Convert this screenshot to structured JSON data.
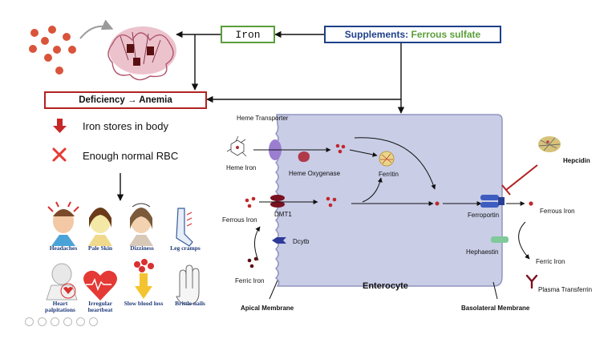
{
  "boxes": {
    "iron": "Iron",
    "supplements_label": "Supplements:",
    "supplements_value": "Ferrous sulfate",
    "deficiency": "Deficiency → Anemia"
  },
  "effects": {
    "stores": "Iron stores in body",
    "rbc": "Enough normal RBC"
  },
  "symptoms": [
    {
      "label": "Headaches"
    },
    {
      "label": "Pale Skin"
    },
    {
      "label": "Dizziness"
    },
    {
      "label": "Leg cramps"
    },
    {
      "label": "Heart palpitations"
    },
    {
      "label": "Irregular heartbeat"
    },
    {
      "label": "Slow blood loss"
    },
    {
      "label": "Brittle nails"
    }
  ],
  "enterocyte": {
    "heme_transporter": "Heme Transporter",
    "heme_iron": "Heme Iron",
    "heme_oxygenase": "Heme Oxygenase",
    "ferritin": "Ferritin",
    "ferrous_iron_left": "Ferrous Iron",
    "dmt1": "DMT1",
    "dcytb": "Dcytb",
    "ferric_iron_left": "Ferric Iron",
    "cell_name": "Enterocyte",
    "apical": "Apical Membrane",
    "basolateral": "Basolateral Membrane",
    "hepcidin": "Hepcidin",
    "ferroportin": "Ferroportin",
    "ferrous_iron_right": "Ferrous Iron",
    "hephaestin": "Hephaestin",
    "ferric_iron_right": "Ferric Iron",
    "plasma_transferrin": "Plasma Transferrin"
  },
  "colors": {
    "iron_box": "#5a9e3a",
    "supplement_box": "#1f3f8a",
    "supplement_value": "#5a9e3a",
    "deficiency_box": "#b22222",
    "cell_fill": "#c9cde6",
    "iron_dot": "#c0282a"
  }
}
